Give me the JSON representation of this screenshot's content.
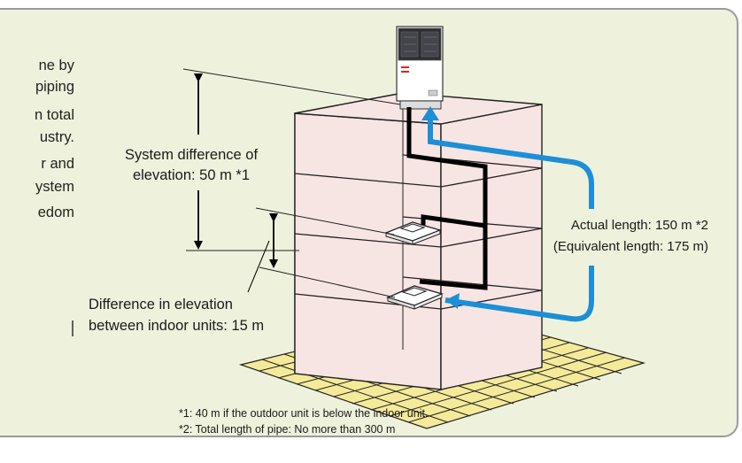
{
  "intro_fragments": [
    "ne by",
    "piping",
    "n total",
    "ustry.",
    "r and",
    "ystem",
    "edom"
  ],
  "labels": {
    "system_diff_line1": "System difference of",
    "system_diff_line2": "elevation: 50 m *1",
    "indoor_diff_line1": "Difference in elevation",
    "indoor_diff_line2": "between indoor units: 15 m",
    "actual_length": "Actual length: 150 m *2",
    "equivalent_length": "(Equivalent length: 175 m)"
  },
  "footnotes": [
    "*1: 40 m if the outdoor unit is below the indoor unit.",
    "*2: Total length of pipe: No more than 300 m"
  ],
  "colors": {
    "panel_bg": "#eef2dc",
    "panel_border": "#9a9a9a",
    "arrow_blue": "#1c8fd6",
    "building_left": "#e8cfb0",
    "building_front": "#f7e5e3",
    "pipe": "#000000"
  }
}
